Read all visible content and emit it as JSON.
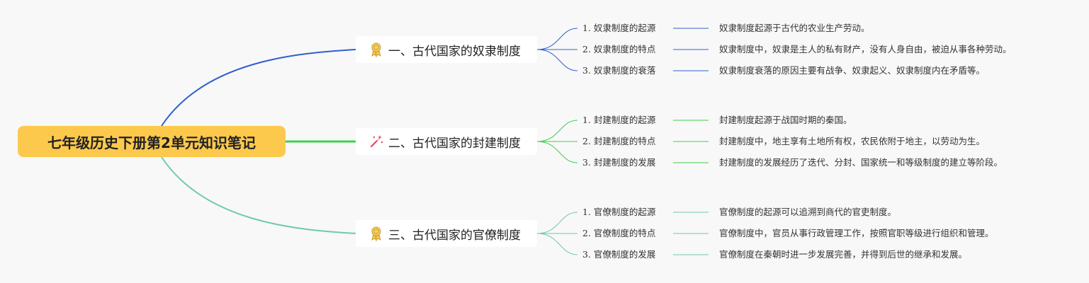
{
  "root": {
    "title": "七年级历史下册第2单元知识笔记"
  },
  "colors": {
    "branch1": "#2f5fd0",
    "branch2": "#3ecf4e",
    "branch3": "#6fc9b0",
    "root_bg": "#fcc94d"
  },
  "branches": [
    {
      "label": "一、古代国家的奴隶制度",
      "icon": "award-ribbon-icon",
      "items": [
        {
          "title": "1. 奴隶制度的起源",
          "desc": "奴隶制度起源于古代的农业生产劳动。"
        },
        {
          "title": "2. 奴隶制度的特点",
          "desc": "奴隶制度中，奴隶是主人的私有财产，没有人身自由，被迫从事各种劳动。"
        },
        {
          "title": "3. 奴隶制度的衰落",
          "desc": "奴隶制度衰落的原因主要有战争、奴隶起义、奴隶制度内在矛盾等。"
        }
      ]
    },
    {
      "label": "二、古代国家的封建制度",
      "icon": "magic-wand-icon",
      "items": [
        {
          "title": "1. 封建制度的起源",
          "desc": "封建制度起源于战国时期的秦国。"
        },
        {
          "title": "2. 封建制度的特点",
          "desc": "封建制度中，地主享有土地所有权，农民依附于地主，以劳动为生。"
        },
        {
          "title": "3. 封建制度的发展",
          "desc": "封建制度的发展经历了迭代、分封、国家统一和等级制度的建立等阶段。"
        }
      ]
    },
    {
      "label": "三、古代国家的官僚制度",
      "icon": "award-ribbon-icon",
      "items": [
        {
          "title": "1. 官僚制度的起源",
          "desc": "官僚制度的起源可以追溯到商代的官吏制度。"
        },
        {
          "title": "2. 官僚制度的特点",
          "desc": "官僚制度中，官员从事行政管理工作，按照官职等级进行组织和管理。"
        },
        {
          "title": "3. 官僚制度的发展",
          "desc": "官僚制度在秦朝时进一步发展完善，并得到后世的继承和发展。"
        }
      ]
    }
  ]
}
